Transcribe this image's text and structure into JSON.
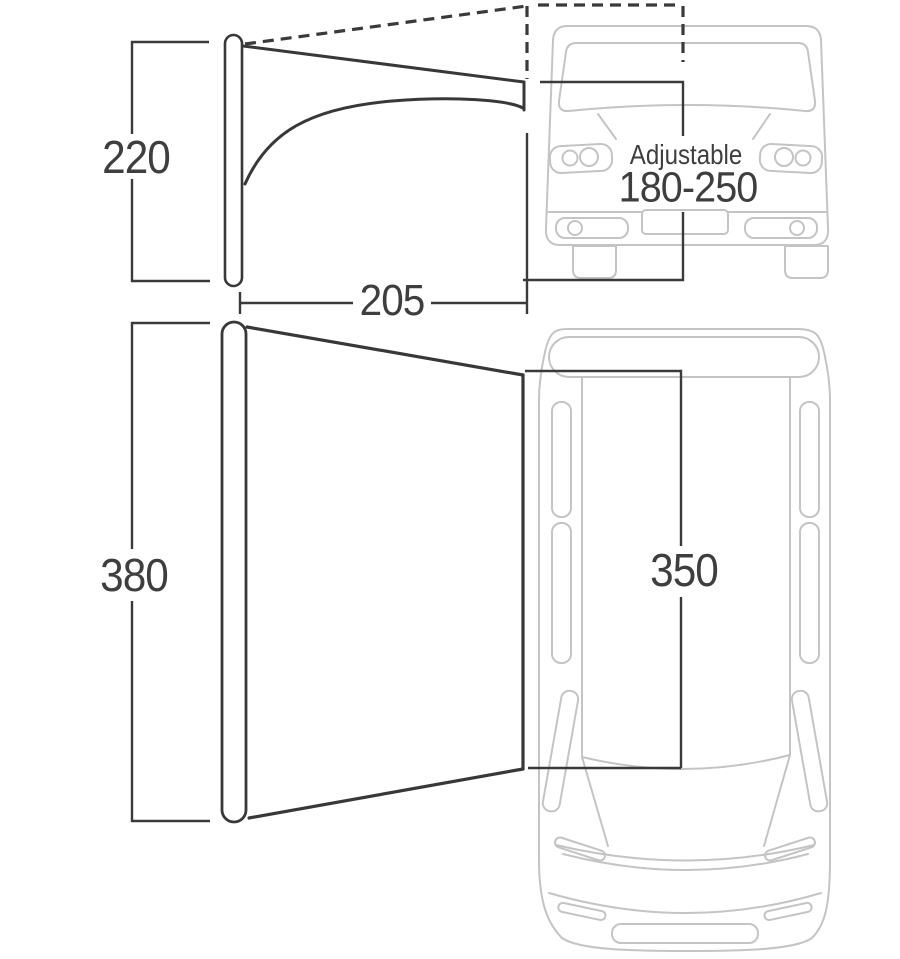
{
  "diagram": {
    "type": "awning-dimension-diagram",
    "views": {
      "side_view_height_label": "220",
      "side_view_depth_label": "205",
      "plan_view_width_label": "380",
      "plan_view_van_side_label": "350",
      "van_attachment": {
        "adjustable_label": "Adjustable",
        "adjustable_range": "180-250"
      }
    },
    "colors": {
      "dark_line": "#3a3a3a",
      "light_line": "#c4c4c4",
      "text": "#3e3e3e",
      "background": "#ffffff"
    }
  }
}
